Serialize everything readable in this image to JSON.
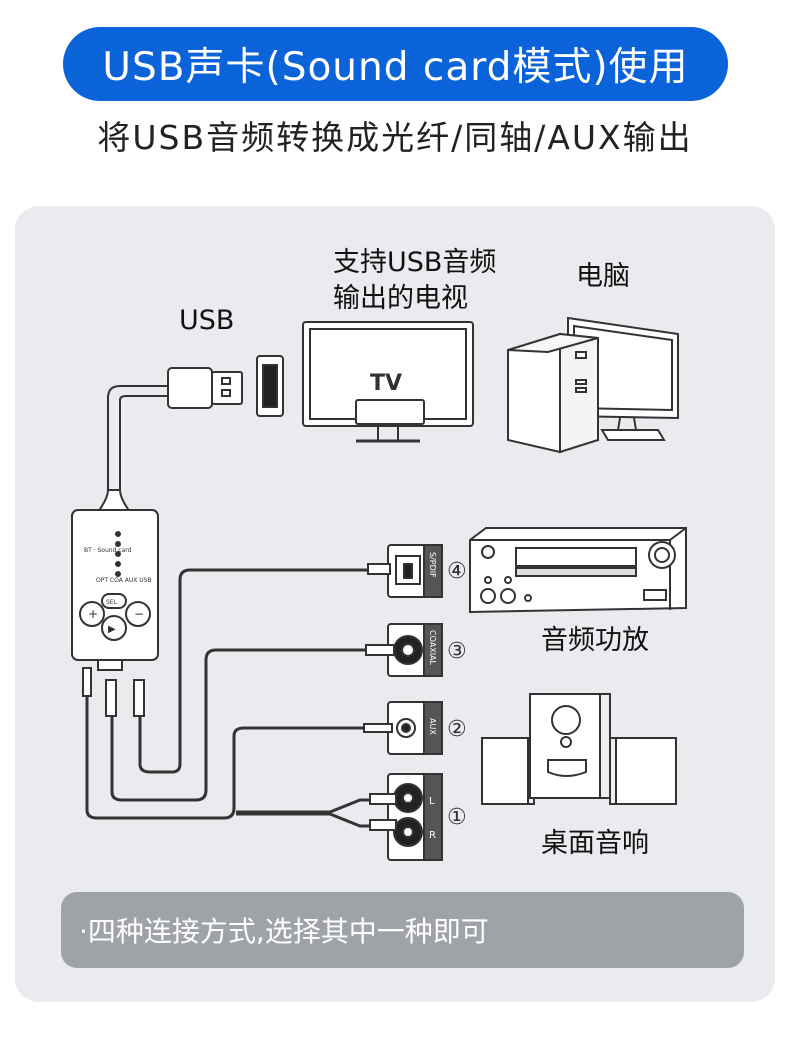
{
  "header": {
    "title": "USB声卡(Sound card模式)使用",
    "subtitle": "将USB音频转换成光纤/同轴/AUX输出"
  },
  "labels": {
    "usb": "USB",
    "tv_line1": "支持USB音频",
    "tv_line2": "输出的电视",
    "pc": "电脑",
    "amp": "音频功放",
    "speakers": "桌面音响",
    "tv_screen": "TV"
  },
  "device": {
    "modes": [
      "OPT",
      "COA",
      "AUX",
      "USB"
    ],
    "status_items": [
      "BT",
      "Sound card"
    ],
    "sel_label": "SEL"
  },
  "ports": {
    "spdif": "S/PDIF",
    "coaxial": "COAXIAL",
    "aux": "AUX",
    "left": "L",
    "right": "R"
  },
  "numbers": {
    "n1": "①",
    "n2": "②",
    "n3": "③",
    "n4": "④"
  },
  "footer": {
    "note": "·四种连接方式,选择其中一种即可"
  }
}
